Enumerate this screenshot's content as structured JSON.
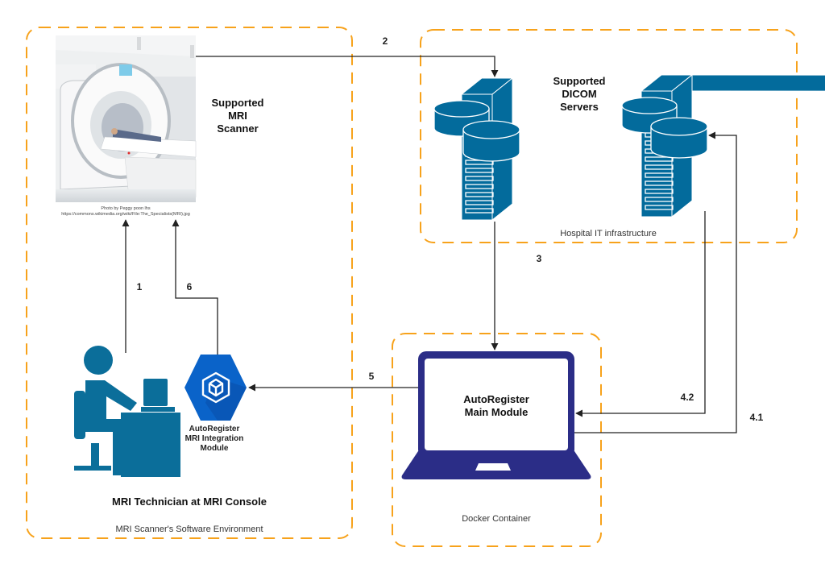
{
  "diagram": {
    "colors": {
      "zone_border": "#f7a21b",
      "server_fill": "#036b9c",
      "technician_fill": "#0b6e9a",
      "module_hex": "#0a63c9",
      "laptop": "#2b2d87",
      "arrow": "#222222"
    },
    "zones": {
      "mri_env": {
        "label": "MRI Scanner's Software Environment"
      },
      "hospital_it": {
        "label": "Hospital IT infrastructure"
      },
      "docker": {
        "label": "Docker Container"
      }
    },
    "nodes": {
      "scanner": {
        "label_lines": [
          "Supported",
          "MRI",
          "Scanner"
        ],
        "photo_credit_lines": [
          "Photo by Peggy poon lhs",
          "https://commons.wikimedia.org/wiki/File:The_Specialists(MRI).jpg"
        ]
      },
      "dicom": {
        "label_lines": [
          "Supported",
          "DICOM",
          "Servers"
        ]
      },
      "technician": {
        "label": "MRI Technician at MRI Console"
      },
      "integration_module": {
        "label_lines": [
          "AutoRegister",
          "MRI Integration",
          "Module"
        ]
      },
      "main_module": {
        "label_lines": [
          "AutoRegister",
          "Main Module"
        ]
      }
    },
    "steps": {
      "s1": "1",
      "s2": "2",
      "s3": "3",
      "s41": "4.1",
      "s42": "4.2",
      "s5": "5",
      "s6": "6"
    }
  }
}
